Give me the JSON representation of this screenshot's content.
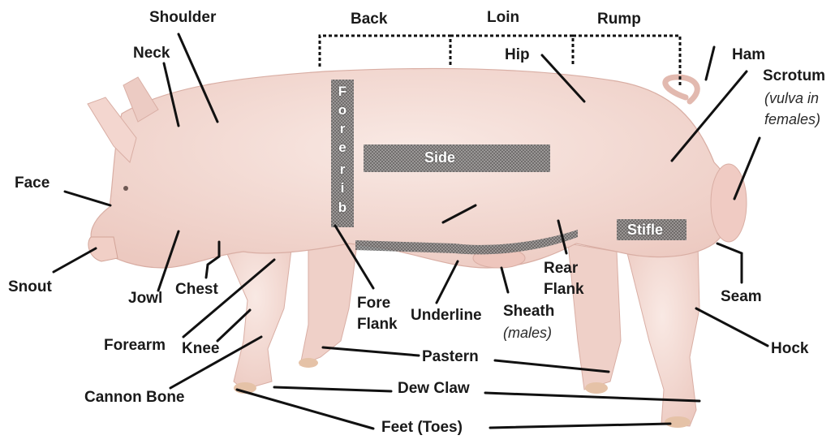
{
  "colors": {
    "label": "#1a1a1a",
    "leader": "#111111",
    "pig_body": "#f6dfd9",
    "pig_shade": "#e8bfb6",
    "hatch": "#6f6f6f"
  },
  "labels": {
    "back": "Back",
    "loin": "Loin",
    "rump": "Rump",
    "shoulder": "Shoulder",
    "neck": "Neck",
    "hip": "Hip",
    "ham": "Ham",
    "scrotum": "Scrotum",
    "scrotum_note_1": "(vulva in",
    "scrotum_note_2": "females)",
    "face": "Face",
    "snout": "Snout",
    "jowl": "Jowl",
    "chest": "Chest",
    "fore_flank_1": "Fore",
    "fore_flank_2": "Flank",
    "underline": "Underline",
    "sheath": "Sheath",
    "sheath_note": "(males)",
    "rear_flank_1": "Rear",
    "rear_flank_2": "Flank",
    "seam": "Seam",
    "hock": "Hock",
    "forearm": "Forearm",
    "knee": "Knee",
    "pastern": "Pastern",
    "cannon_bone": "Cannon Bone",
    "dew_claw": "Dew Claw",
    "feet_toes": "Feet (Toes)",
    "side": "Side",
    "stifle": "Stifle",
    "fore_rib_letters": [
      "F",
      "o",
      "r",
      "e",
      "r",
      "i",
      "b"
    ]
  }
}
